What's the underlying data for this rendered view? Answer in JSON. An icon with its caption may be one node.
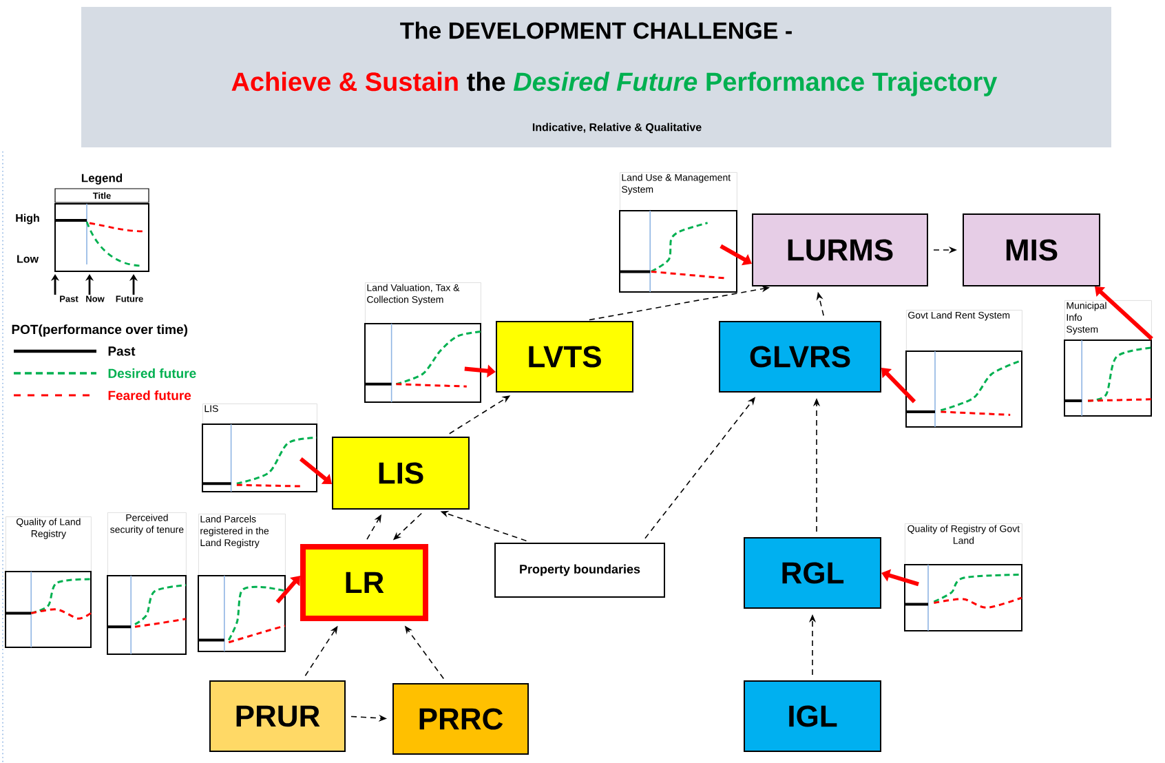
{
  "diagram": {
    "title": "The DEVELOPMENT CHALLENGE -",
    "nodes": [
      {
        "text": [
          "LURMS"
        ]
      },
      {
        "text": [
          "MIS"
        ]
      },
      {
        "text": [
          "LVTS"
        ]
      },
      {
        "text": [
          "GLVRS"
        ]
      },
      {
        "text": [
          "LIS"
        ]
      },
      {
        "text": [
          "LR"
        ]
      },
      {
        "text": [
          "Property boundaries"
        ]
      },
      {
        "text": [
          "RGL"
        ]
      },
      {
        "text": [
          "PRUR"
        ]
      },
      {
        "text": [
          "PRRC"
        ]
      },
      {
        "text": [
          "IGL"
        ]
      },
      {
        "text": [
          "Land Use & Management System"
        ]
      },
      {
        "text": [
          "Land Valuation, Tax & Collection System"
        ]
      },
      {
        "text": [
          "Govt Land Rent System"
        ]
      },
      {
        "text": [
          "Municipal Info System"
        ]
      },
      {
        "text": [
          "LIS"
        ]
      },
      {
        "text": [
          "Quality of Land Registry"
        ]
      },
      {
        "text": [
          "Perceived security of tenure"
        ]
      },
      {
        "text": [
          "Land Parcels registered in the Land Registry"
        ]
      },
      {
        "text": [
          "Quality of Registry of Govt Land"
        ]
      }
    ],
    "edges": [
      {
        "from": 5,
        "to": 4,
        "arrow": "to",
        "style": "dashed"
      },
      {
        "from": 4,
        "to": 5,
        "arrow": "to",
        "style": "dashed"
      },
      {
        "from": 6,
        "to": 4,
        "arrow": "to",
        "style": "dashed"
      },
      {
        "from": 6,
        "to": 3,
        "arrow": "to",
        "style": "dashed"
      },
      {
        "from": 4,
        "to": 2,
        "arrow": "to",
        "style": "dashed"
      },
      {
        "from": 2,
        "to": 0,
        "arrow": "to",
        "style": "dashed"
      },
      {
        "from": 3,
        "to": 0,
        "arrow": "to",
        "style": "dashed"
      },
      {
        "from": 0,
        "to": 1,
        "arrow": "to",
        "style": "dashed"
      },
      {
        "from": 7,
        "to": 3,
        "arrow": "to",
        "style": "dashed"
      },
      {
        "from": 10,
        "to": 7,
        "arrow": "to",
        "style": "dashed"
      },
      {
        "from": 8,
        "to": 5,
        "arrow": "to",
        "style": "dashed"
      },
      {
        "from": 9,
        "to": 5,
        "arrow": "to",
        "style": "dashed"
      },
      {
        "from": 8,
        "to": 9,
        "arrow": "to",
        "style": "dashed"
      },
      {
        "from": 11,
        "to": 0,
        "arrow": "to",
        "style": "thick",
        "color": "#ff0000"
      },
      {
        "from": 12,
        "to": 2,
        "arrow": "to",
        "style": "thick",
        "color": "#ff0000"
      },
      {
        "from": 13,
        "to": 3,
        "arrow": "to",
        "style": "thick",
        "color": "#ff0000"
      },
      {
        "from": 14,
        "to": 1,
        "arrow": "to",
        "style": "thick",
        "color": "#ff0000"
      },
      {
        "from": 15,
        "to": 4,
        "arrow": "to",
        "style": "thick",
        "color": "#ff0000"
      },
      {
        "from": 18,
        "to": 5,
        "arrow": "to",
        "style": "thick",
        "color": "#ff0000"
      },
      {
        "from": 19,
        "to": 7,
        "arrow": "to",
        "style": "thick",
        "color": "#ff0000"
      }
    ],
    "labels": [
      "Achieve & Sustain",
      "the",
      "Desired Future",
      "Performance Trajectory",
      "Indicative, Relative & Qualitative",
      "Legend",
      "Title",
      "High",
      "Low",
      "Past",
      "Now",
      "Future",
      "POT(performance over time)"
    ],
    "legend": [
      {
        "text": "Past"
      },
      {
        "text": "Desired future"
      },
      {
        "text": "Feared future"
      }
    ]
  }
}
